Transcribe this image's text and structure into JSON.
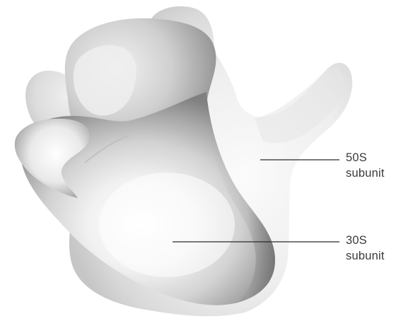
{
  "labels": {
    "large_subunit": {
      "name": "50S",
      "word": "subunit"
    },
    "small_subunit": {
      "name": "30S",
      "word": "subunit"
    }
  },
  "colors": {
    "background": "#ffffff",
    "large_subunit_light": "#f7f7f7",
    "large_subunit_shade": "#cfcfcf",
    "small_subunit_light": "#fafafa",
    "small_subunit_shade": "#7f7f7f",
    "leader_line": "#2b2b2b",
    "label_text": "#3a3a3a"
  }
}
